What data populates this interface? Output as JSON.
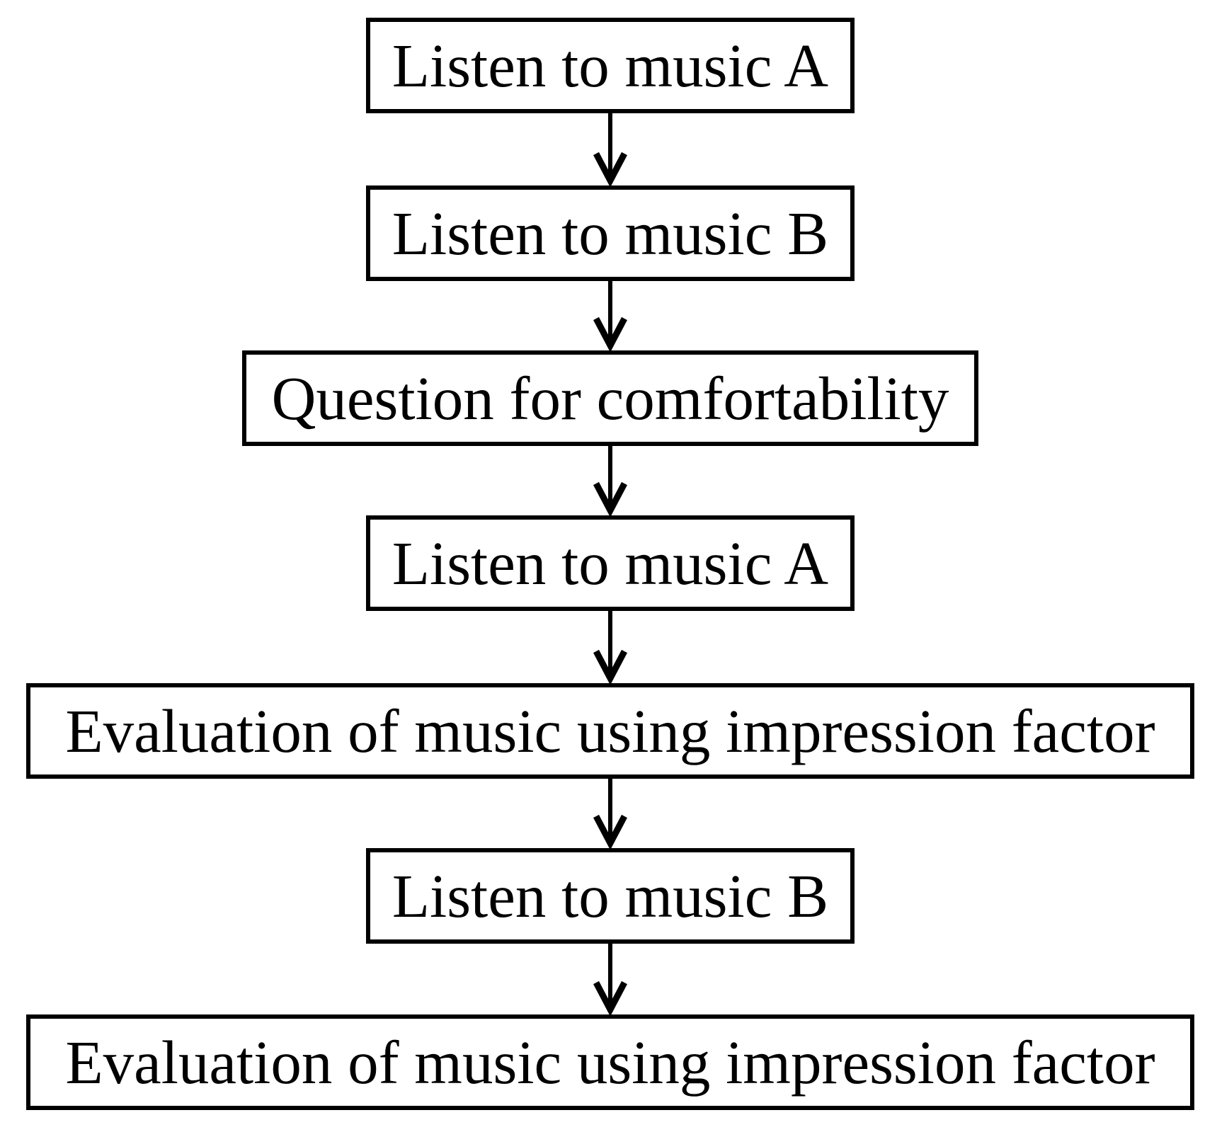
{
  "diagram": {
    "type": "flowchart",
    "direction": "top-down",
    "nodes": [
      {
        "id": 1,
        "label": "Listen to music A"
      },
      {
        "id": 2,
        "label": "Listen to music B"
      },
      {
        "id": 3,
        "label": "Question for comfortability"
      },
      {
        "id": 4,
        "label": "Listen to music A"
      },
      {
        "id": 5,
        "label": "Evaluation of music using impression factor"
      },
      {
        "id": 6,
        "label": "Listen to music B"
      },
      {
        "id": 7,
        "label": "Evaluation of music using impression factor"
      }
    ],
    "edges": [
      {
        "from": 1,
        "to": 2
      },
      {
        "from": 2,
        "to": 3
      },
      {
        "from": 3,
        "to": 4
      },
      {
        "from": 4,
        "to": 5
      },
      {
        "from": 5,
        "to": 6
      },
      {
        "from": 6,
        "to": 7
      }
    ],
    "colors": {
      "line": "#000000",
      "text": "#000000",
      "background": "#ffffff"
    }
  }
}
